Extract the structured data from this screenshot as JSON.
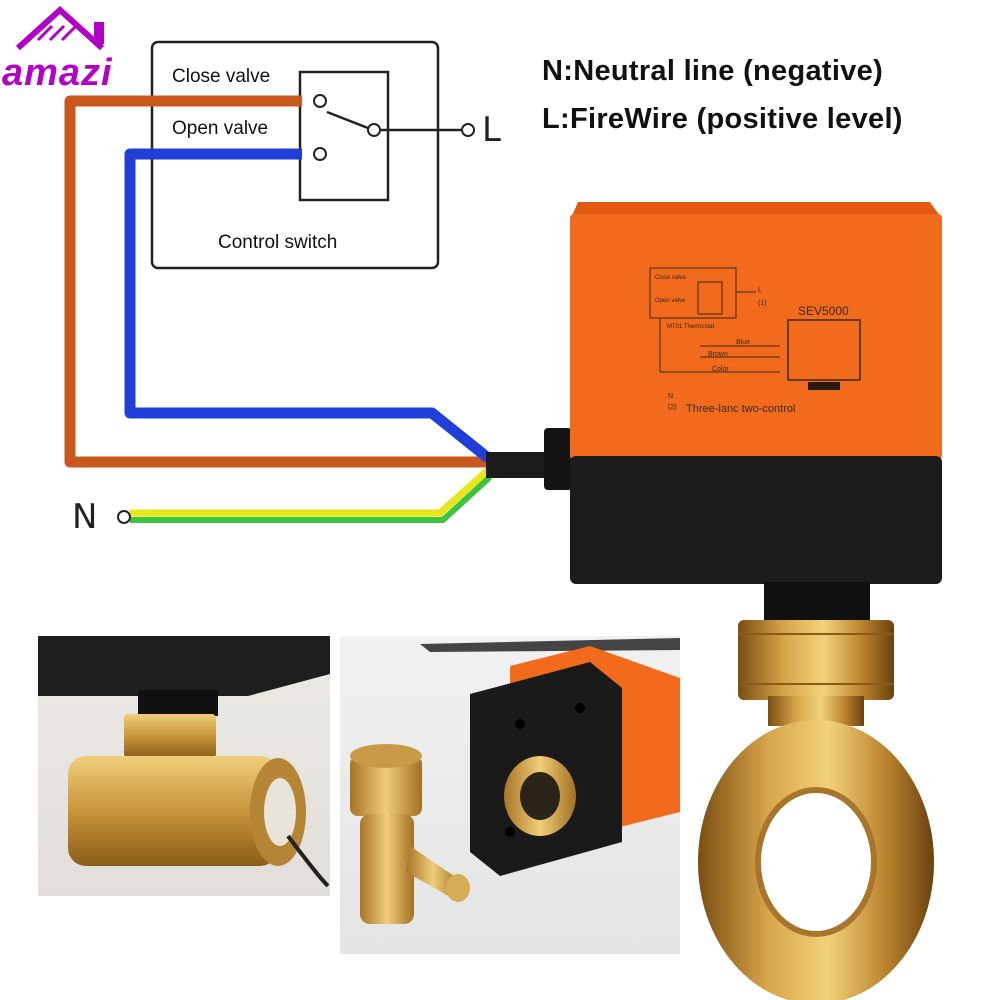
{
  "brand": {
    "name": "amazi",
    "color": "#b300c8"
  },
  "legend": {
    "neutral": "N:Neutral line (negative)",
    "firewire": "L:FireWire (positive level)"
  },
  "switch_box": {
    "close_label": "Close valve",
    "open_label": "Open valve",
    "title": "Control switch"
  },
  "terminals": {
    "live": "L",
    "neutral": "N"
  },
  "actuator": {
    "model": "SEV5000",
    "caption": "Three-lanc two-control",
    "mini_close": "Close valve",
    "mini_open": "Open valve",
    "mini_thermostat": "MT01 Thermostat",
    "wire_blue": "Blue",
    "wire_brown": "Brown",
    "wire_color": "Color",
    "mini_l": "L",
    "mini_1": "(1)",
    "mini_n": "N",
    "mini_2": "(2)",
    "body_color": "#f26b1d",
    "base_color": "#1c1c1c"
  },
  "wires": {
    "brown": "#c8581c",
    "blue": "#1f3fd8",
    "yellow": "#e6e619",
    "green": "#3cc43c"
  },
  "photos": [
    "valve-assembled-photo",
    "valve-parts-photo"
  ]
}
